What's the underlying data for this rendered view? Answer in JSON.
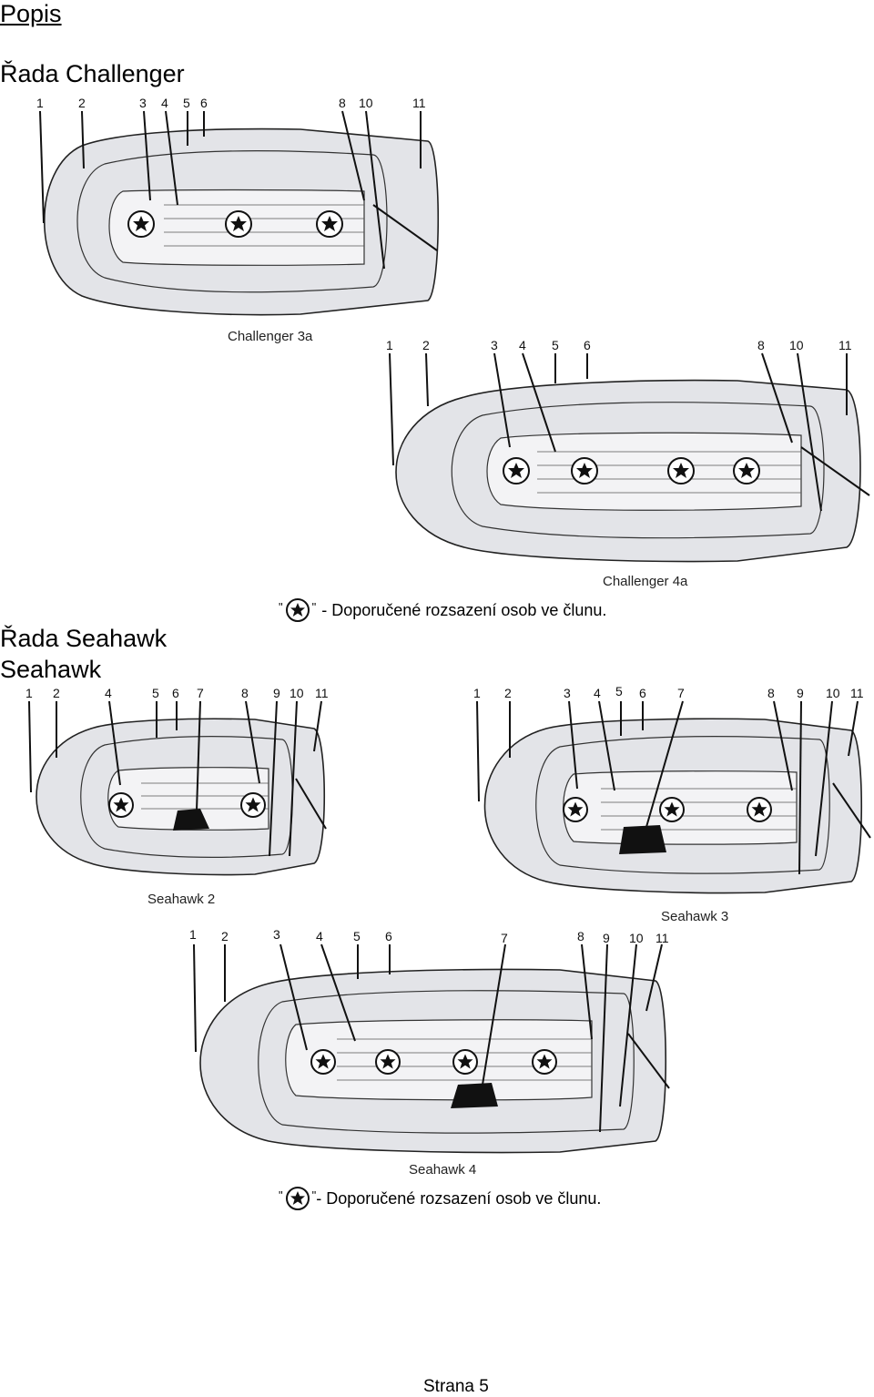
{
  "section_title": "Popis",
  "challenger": {
    "title": "Řada Challenger",
    "diagrams": [
      {
        "caption": "Challenger 3a",
        "callouts": [
          "1",
          "2",
          "3",
          "4",
          "5",
          "6",
          "8",
          "10",
          "11"
        ],
        "seat_marks": 3
      },
      {
        "caption": "Challenger 4a",
        "callouts": [
          "1",
          "2",
          "3",
          "4",
          "5",
          "6",
          "8",
          "10",
          "11"
        ],
        "seat_marks": 4
      }
    ]
  },
  "seahawk": {
    "title": "Řada Seahawk",
    "subtitle": "Seahawk",
    "diagrams": [
      {
        "caption": "Seahawk 2",
        "callouts": [
          "1",
          "2",
          "4",
          "5",
          "6",
          "7",
          "8",
          "9",
          "10",
          "11"
        ],
        "seat_marks": 2
      },
      {
        "caption": "Seahawk 3",
        "callouts": [
          "1",
          "2",
          "3",
          "4",
          "5",
          "6",
          "7",
          "8",
          "9",
          "10",
          "11"
        ],
        "seat_marks": 3
      },
      {
        "caption": "Seahawk 4",
        "callouts": [
          "1",
          "2",
          "3",
          "4",
          "5",
          "6",
          "7",
          "8",
          "9",
          "10",
          "11"
        ],
        "seat_marks": 4
      }
    ]
  },
  "legend": {
    "open_quote": "\"",
    "close_quote": "\"",
    "text": "- Doporučené rozsazení osob ve člunu."
  },
  "legend_icon": "star-seat-icon",
  "footer": {
    "page_label": "Strana 5"
  }
}
